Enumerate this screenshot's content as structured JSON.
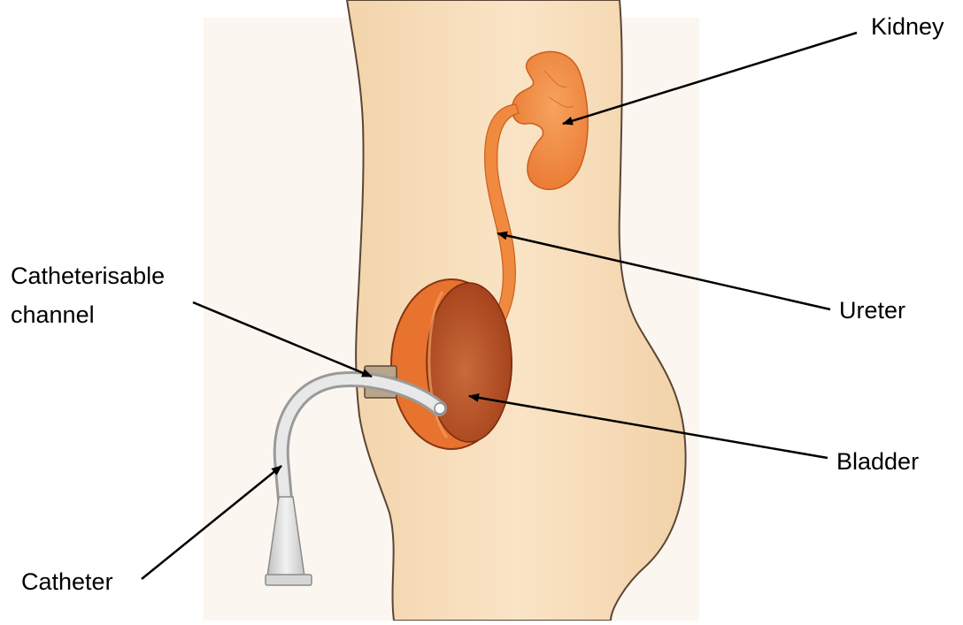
{
  "labels": {
    "kidney": "Kidney",
    "ureter": "Ureter",
    "bladder": "Bladder",
    "catheterisable_line1": "Catheterisable",
    "catheterisable_line2": "channel",
    "catheter": "Catheter"
  },
  "colors": {
    "skin": "#f8e0bd",
    "skin_outline": "#5a4636",
    "organ": "#f08a3c",
    "organ_dark": "#c94e1e",
    "organ_inner": "#b8461c",
    "catheter": "#d9d9d9",
    "arrow": "#000000"
  }
}
